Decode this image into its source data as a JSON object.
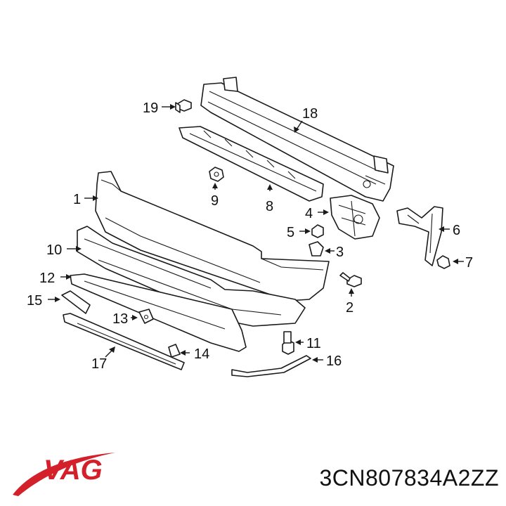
{
  "callouts": [
    {
      "id": "1",
      "label": "1"
    },
    {
      "id": "2",
      "label": "2"
    },
    {
      "id": "3",
      "label": "3"
    },
    {
      "id": "4",
      "label": "4"
    },
    {
      "id": "5",
      "label": "5"
    },
    {
      "id": "6",
      "label": "6"
    },
    {
      "id": "7",
      "label": "7"
    },
    {
      "id": "8",
      "label": "8"
    },
    {
      "id": "9",
      "label": "9"
    },
    {
      "id": "10",
      "label": "10"
    },
    {
      "id": "11",
      "label": "11"
    },
    {
      "id": "12",
      "label": "12"
    },
    {
      "id": "13",
      "label": "13"
    },
    {
      "id": "14",
      "label": "14"
    },
    {
      "id": "15",
      "label": "15"
    },
    {
      "id": "16",
      "label": "16"
    },
    {
      "id": "17",
      "label": "17"
    },
    {
      "id": "18",
      "label": "18"
    },
    {
      "id": "19",
      "label": "19"
    }
  ],
  "brand": {
    "text": "VAG",
    "color": "#d4202a"
  },
  "part_number": "3CN807834A2ZZ"
}
